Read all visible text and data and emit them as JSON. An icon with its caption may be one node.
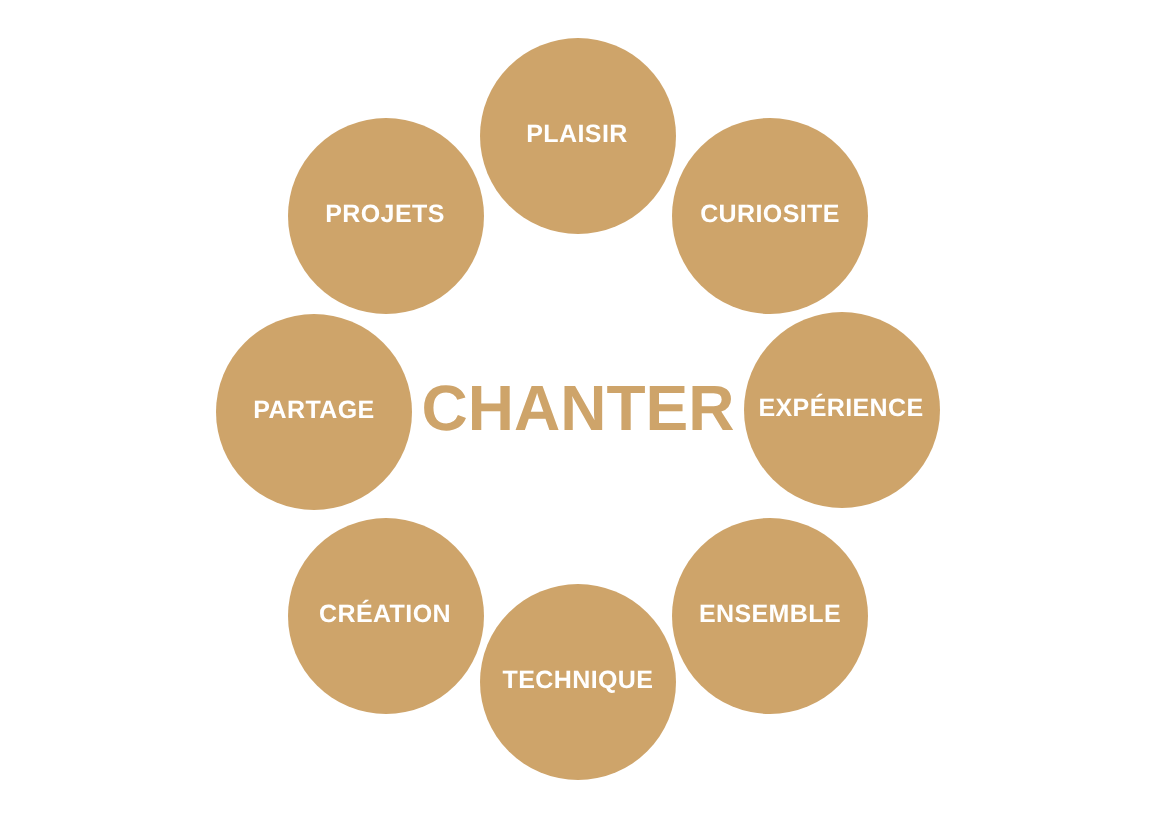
{
  "diagram": {
    "nodes": [
      {
        "text": [
          "PLAISIR"
        ]
      },
      {
        "text": [
          "PROJETS"
        ]
      },
      {
        "text": [
          "CURIOSITE"
        ]
      },
      {
        "text": [
          "PARTAGE"
        ]
      },
      {
        "text": [
          "EXPÉRIENCE"
        ]
      },
      {
        "text": [
          "CRÉATION"
        ]
      },
      {
        "text": [
          "ENSEMBLE"
        ]
      },
      {
        "text": [
          "TECHNIQUE"
        ]
      }
    ],
    "labels": [
      "CHANTER"
    ]
  }
}
